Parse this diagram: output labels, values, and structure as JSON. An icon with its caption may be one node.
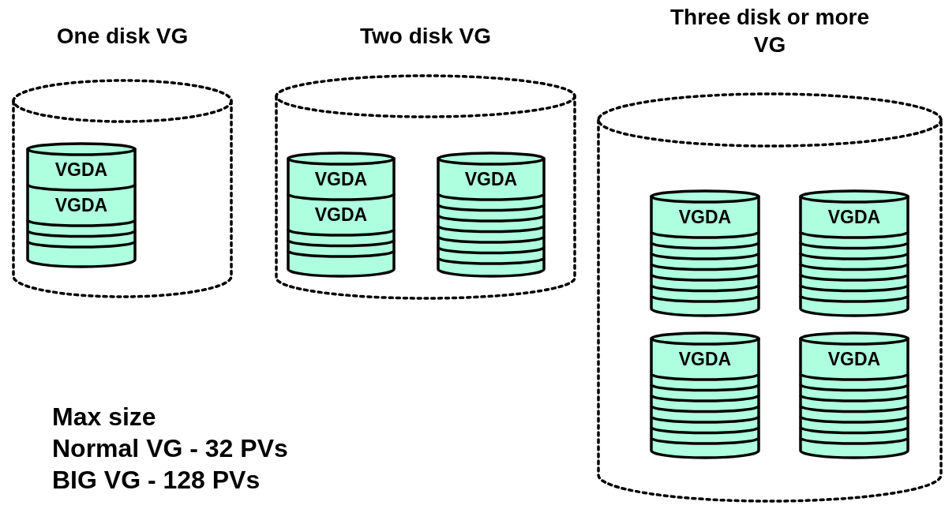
{
  "diagram": {
    "nodes": [
      {
        "text": [
          "One disk VG"
        ]
      },
      {
        "text": [
          "VGDA",
          "VGDA"
        ],
        "in": 0
      },
      {
        "text": [
          "Two disk VG"
        ]
      },
      {
        "text": [
          "VGDA",
          "VGDA"
        ],
        "in": 2
      },
      {
        "text": [
          "VGDA"
        ],
        "in": 2
      },
      {
        "text": [
          "Three disk or more VG"
        ]
      },
      {
        "text": [
          "VGDA"
        ],
        "in": 5
      },
      {
        "text": [
          "VGDA"
        ],
        "in": 5
      },
      {
        "text": [
          "VGDA"
        ],
        "in": 5
      },
      {
        "text": [
          "VGDA"
        ],
        "in": 5
      }
    ],
    "labels": [
      "Max size",
      "Normal VG - 32 PVs",
      "BIG VG - 128 PVs"
    ]
  }
}
